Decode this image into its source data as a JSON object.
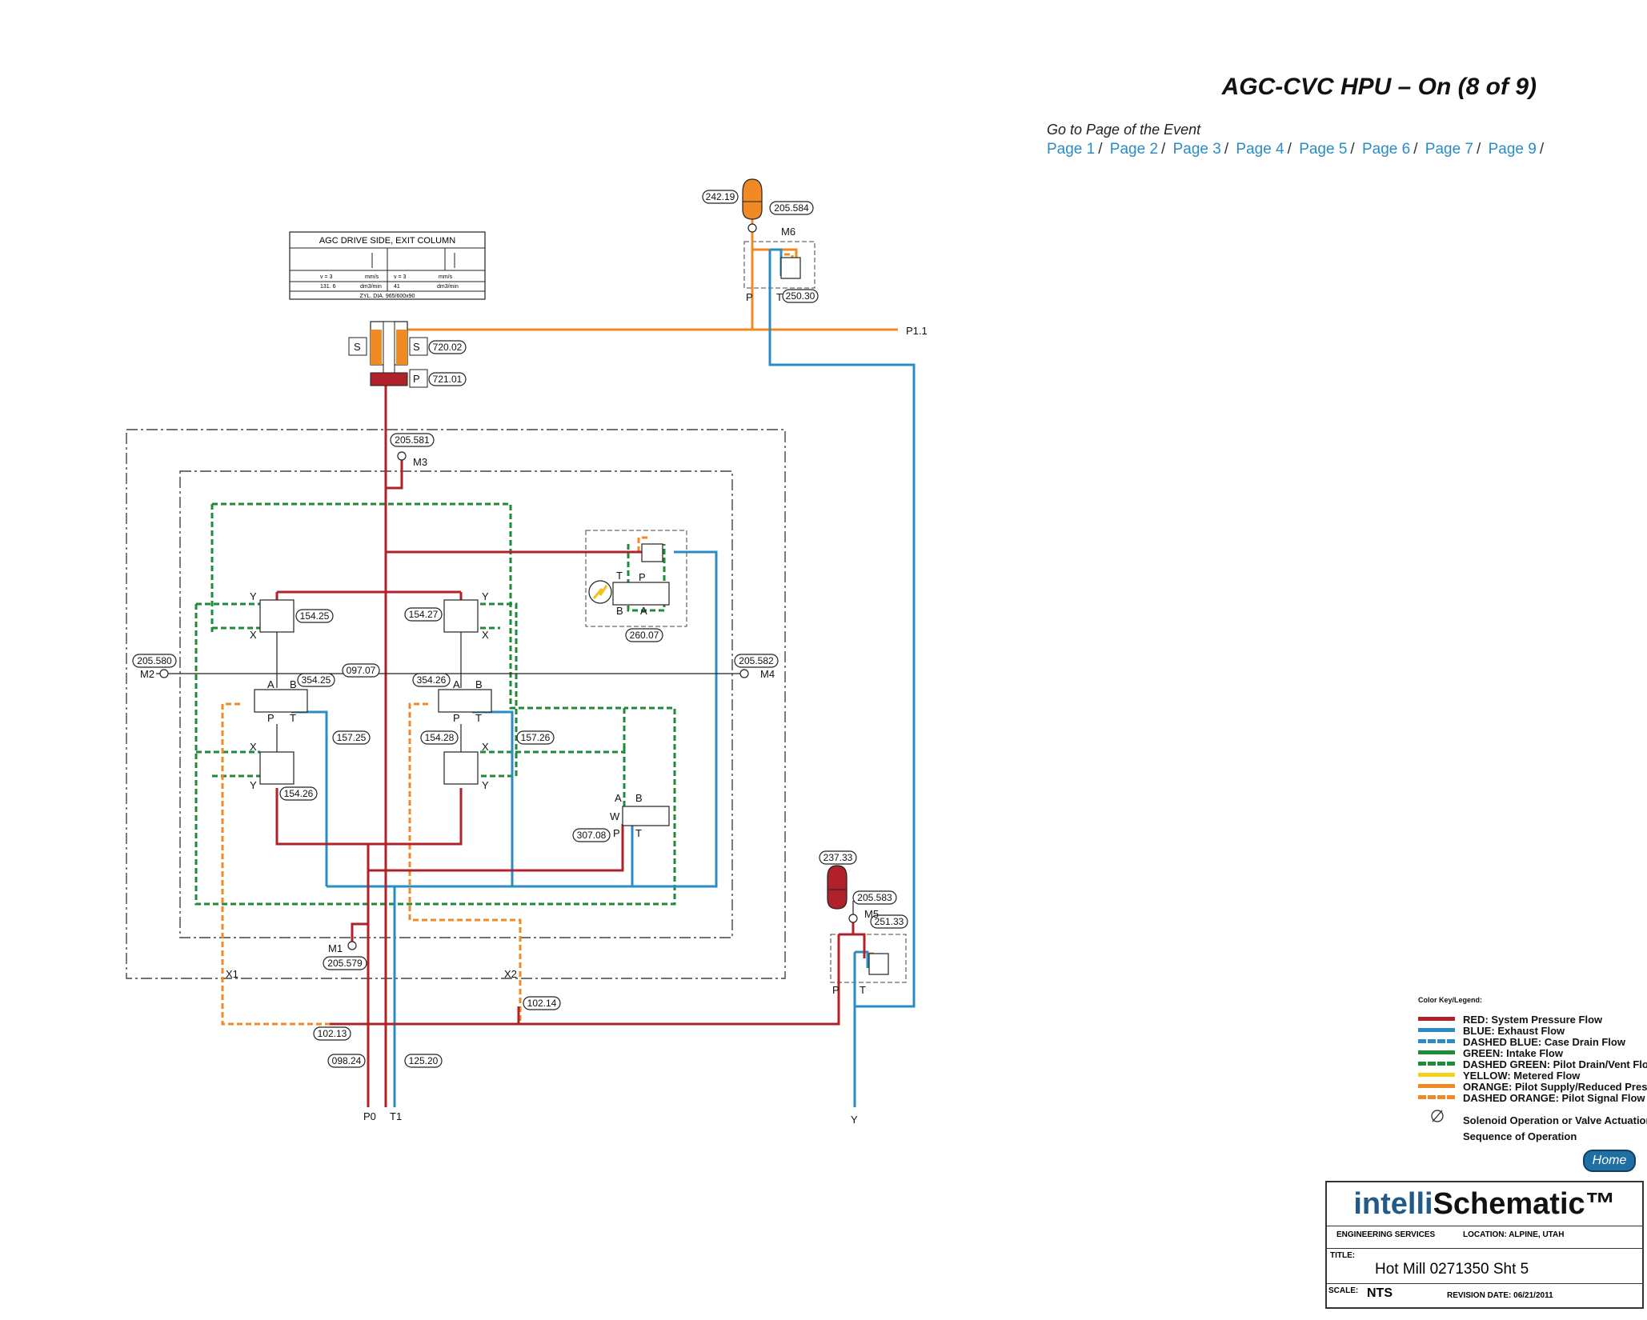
{
  "page": {
    "title": "AGC-CVC HPU – On (8 of 9)",
    "goto_label": "Go to Page of the Event",
    "pages": [
      "Page 1",
      "Page 2",
      "Page 3",
      "Page 4",
      "Page 5",
      "Page 6",
      "Page 7",
      "Page 9"
    ],
    "home_label": "Home"
  },
  "colors": {
    "system_pressure": "#b0212a",
    "exhaust": "#2b8cc4",
    "pilot_drain": "#1e8a3a",
    "pilot_supply": "#f08a24",
    "metered": "#f2d21b"
  },
  "cylinder_table": {
    "header": "AGC DRIVE SIDE, EXIT COLUMN",
    "row1": [
      "v = 3",
      "mm/s",
      "v = 3",
      "mm/s"
    ],
    "row2": [
      "131. 6",
      "dm3/min",
      "41",
      "dm3/min"
    ],
    "footer": "ZYL. DIA.  965/600x90"
  },
  "components": {
    "accumulator_top": "242.19",
    "gauge_m6": "205.584",
    "relief_top": "250.30",
    "sensor_1": "720.02",
    "sensor_2": "721.01",
    "gauge_m3": "205.581",
    "check_1": "154.25",
    "check_2": "154.27",
    "valve_1": "354.25",
    "valve_2": "354.26",
    "gauge_m2": "205.580",
    "gauge_m4": "205.582",
    "needle_1": "097.07",
    "check_3": "157.25",
    "check_4": "157.26",
    "check_5": "154.26",
    "check_6": "154.28",
    "solenoid_valve": "260.07",
    "valve_3": "307.08",
    "accumulator_bottom": "237.33",
    "gauge_m5": "205.583",
    "relief_bottom": "251.33",
    "gauge_m1": "205.579",
    "valve_x2": "102.14",
    "valve_x1": "102.13",
    "valve_p0": "098.24",
    "filter_t1": "125.20"
  },
  "ports": {
    "p11": "P1.1",
    "m6": "M6",
    "m3": "M3",
    "m2": "M2",
    "m4": "M4",
    "m5": "M5",
    "m1": "M1",
    "x": "X",
    "y": "Y",
    "a": "A",
    "b": "B",
    "p": "P",
    "t": "T",
    "s": "S",
    "w": "W",
    "x1": "X1",
    "x2": "X2",
    "p0": "P0",
    "t1": "T1",
    "y_out": "Y"
  },
  "legend": {
    "header": "Color Key/Legend:",
    "items": [
      {
        "label": "RED: System Pressure Flow",
        "color": "#b0212a",
        "dashed": false
      },
      {
        "label": "BLUE: Exhaust Flow",
        "color": "#2b8cc4",
        "dashed": false
      },
      {
        "label": "DASHED BLUE: Case Drain Flow",
        "color": "#2b8cc4",
        "dashed": true
      },
      {
        "label": "GREEN: Intake Flow",
        "color": "#1e8a3a",
        "dashed": false
      },
      {
        "label": "DASHED GREEN: Pilot Drain/Vent Flow",
        "color": "#1e8a3a",
        "dashed": true
      },
      {
        "label": "YELLOW: Metered Flow",
        "color": "#f2d21b",
        "dashed": false
      },
      {
        "label": "ORANGE: Pilot Supply/Reduced Press. Flow",
        "color": "#f08a24",
        "dashed": false
      },
      {
        "label": "DASHED ORANGE: Pilot Signal Flow",
        "color": "#f08a24",
        "dashed": true
      }
    ],
    "solenoid_label": "Solenoid Operation or Valve Actuation",
    "sequence_label": "Sequence of Operation"
  },
  "title_block": {
    "logo_prefix": "intelli",
    "logo_suffix": "Schematic™",
    "engineering": "ENGINEERING SERVICES",
    "location": "LOCATION: ALPINE, UTAH",
    "title_label": "TITLE:",
    "title_value": "Hot Mill 0271350 Sht 5",
    "scale_label": "SCALE:",
    "scale_value": "NTS",
    "revision": "REVISION DATE: 06/21/2011"
  }
}
